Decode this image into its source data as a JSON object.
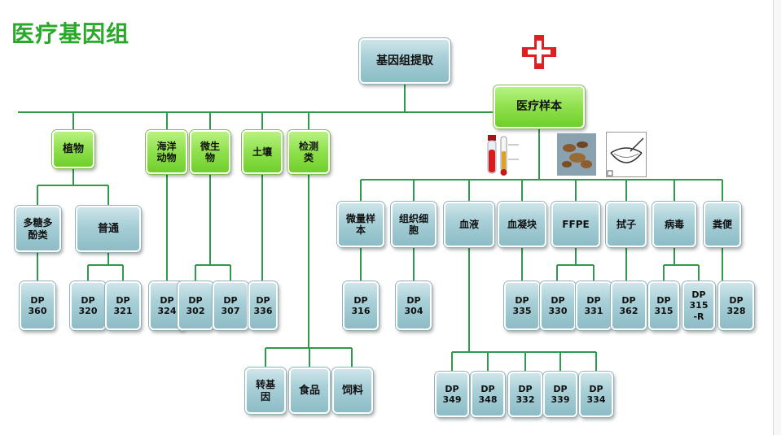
{
  "title": "医疗基因组",
  "root": {
    "label": "基因组提取"
  },
  "medical": {
    "label": "医疗样本"
  },
  "categories": {
    "plant": "植物",
    "marine": "海洋\n动物",
    "microbe": "微生\n物",
    "soil": "土壤",
    "detect": "检测\n类"
  },
  "plant_sub": {
    "poly": "多糖多\n酚类",
    "common": "普通"
  },
  "detect_sub": {
    "gmo": "转基\n因",
    "food": "食品",
    "feed": "饲料"
  },
  "medical_sub": {
    "micro": "微量样\n本",
    "tissue": "组织细\n胞",
    "blood": "血液",
    "clot": "血凝块",
    "ffpe": "FFPE",
    "swab": "拭子",
    "virus": "病毒",
    "stool": "粪便"
  },
  "kits": {
    "dp360": "DP\n360",
    "dp320": "DP\n320",
    "dp321": "DP\n321",
    "dp324": "DP\n324",
    "dp302": "DP\n302",
    "dp307": "DP\n307",
    "dp336": "DP\n336",
    "dp316": "DP\n316",
    "dp304": "DP\n304",
    "dp335": "DP\n335",
    "dp330": "DP\n330",
    "dp331": "DP\n331",
    "dp362": "DP\n362",
    "dp315": "DP\n315",
    "dp315r": "DP\n315\n-R",
    "dp328": "DP\n328",
    "dp349": "DP\n349",
    "dp348": "DP\n348",
    "dp332": "DP\n332",
    "dp339": "DP\n339",
    "dp334": "DP\n334"
  },
  "colors": {
    "connector": "#2e9a4a",
    "green_node": "#8fe04c",
    "teal_node": "#a9d0d8",
    "title": "#2aa82a",
    "cross": "#e02020"
  },
  "icons": [
    "red-cross-icon",
    "blood-tube-icon",
    "thermometer-icon",
    "tissue-sample-photo",
    "oral-swab-icon"
  ]
}
